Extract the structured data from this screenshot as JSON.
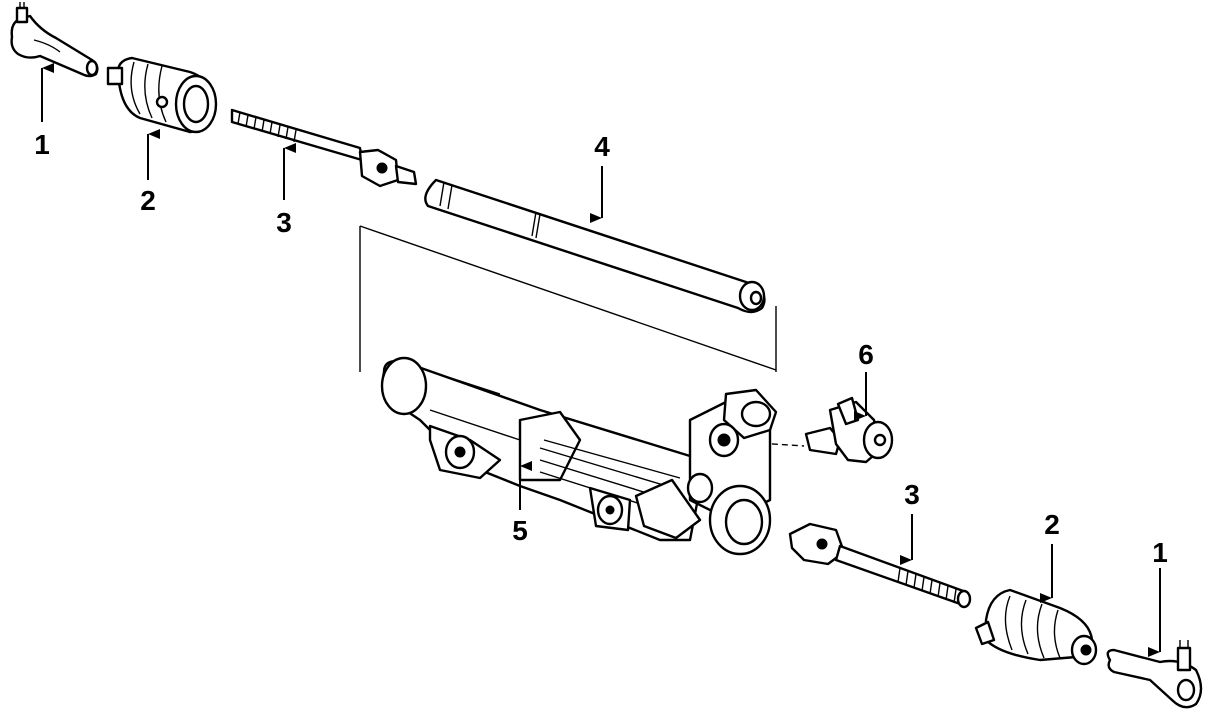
{
  "diagram": {
    "callouts": [
      {
        "id": "tie-rod-end-left",
        "label": "1"
      },
      {
        "id": "boot-left",
        "label": "2"
      },
      {
        "id": "inner-tie-rod-left",
        "label": "3"
      },
      {
        "id": "rack",
        "label": "4"
      },
      {
        "id": "rack-housing",
        "label": "5"
      },
      {
        "id": "sensor",
        "label": "6"
      },
      {
        "id": "inner-tie-rod-right",
        "label": "3"
      },
      {
        "id": "boot-right",
        "label": "2"
      },
      {
        "id": "tie-rod-end-right",
        "label": "1"
      }
    ]
  }
}
